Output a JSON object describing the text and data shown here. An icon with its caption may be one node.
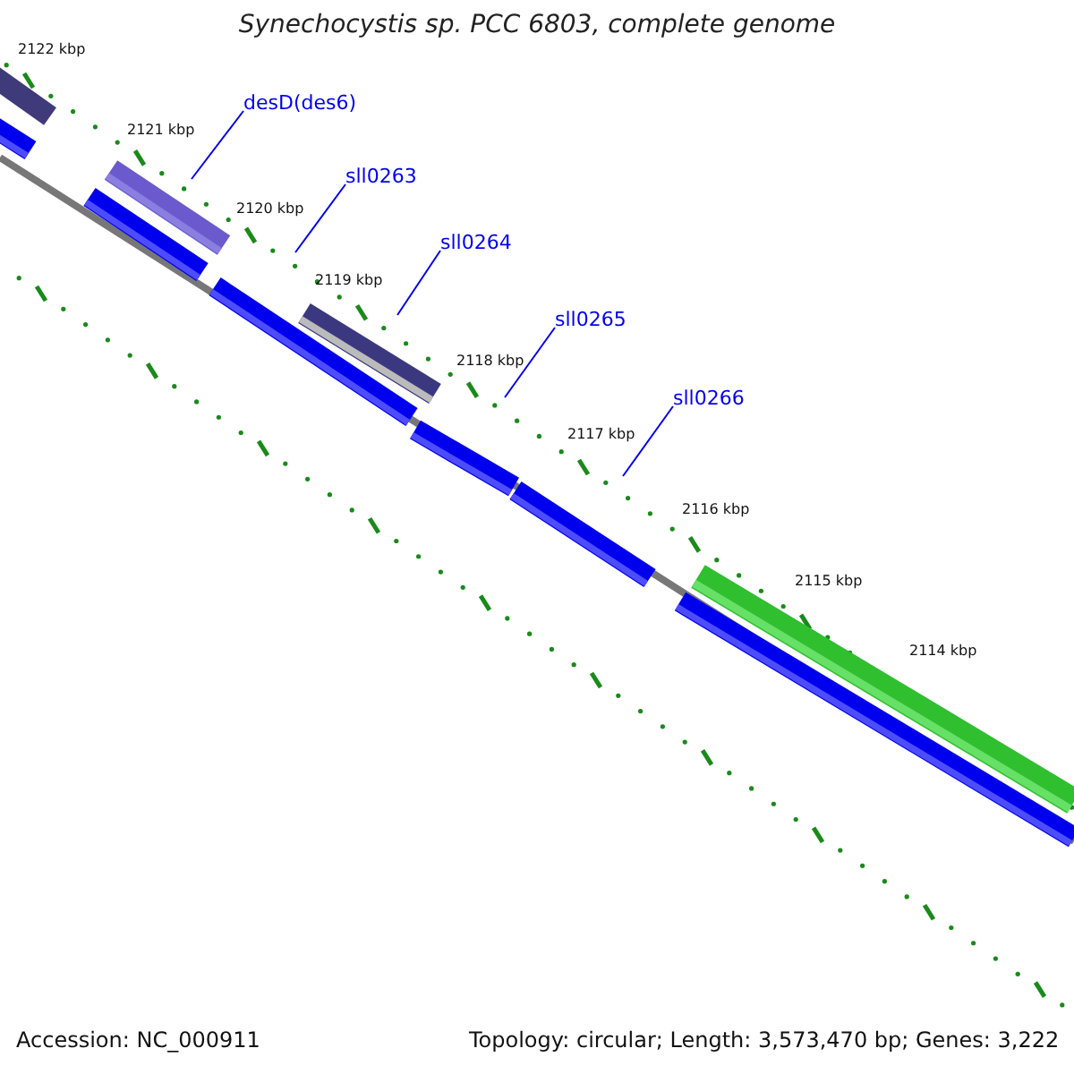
{
  "diagram": {
    "title": "Synechocystis sp. PCC 6803, complete genome",
    "nodes": [
      {
        "text": [
          "desD(des6)"
        ]
      },
      {
        "text": [
          "sll0263"
        ]
      },
      {
        "text": [
          "sll0264"
        ]
      },
      {
        "text": [
          "sll0265"
        ]
      },
      {
        "text": [
          "sll0266"
        ]
      }
    ],
    "edges": [
      {
        "from": 0,
        "to": null,
        "arrow": "none"
      },
      {
        "from": 1,
        "to": null,
        "arrow": "none"
      },
      {
        "from": 2,
        "to": null,
        "arrow": "none"
      },
      {
        "from": 3,
        "to": null,
        "arrow": "none"
      },
      {
        "from": 4,
        "to": null,
        "arrow": "none"
      }
    ],
    "labels": [
      "2122 kbp",
      "2121 kbp",
      "2120 kbp",
      "2119 kbp",
      "2118 kbp",
      "2117 kbp",
      "2116 kbp",
      "2115 kbp",
      "2114 kbp",
      "Accession: NC_000911",
      "Topology: circular; Length: 3,573,470 bp; Genes: 3,222"
    ]
  }
}
